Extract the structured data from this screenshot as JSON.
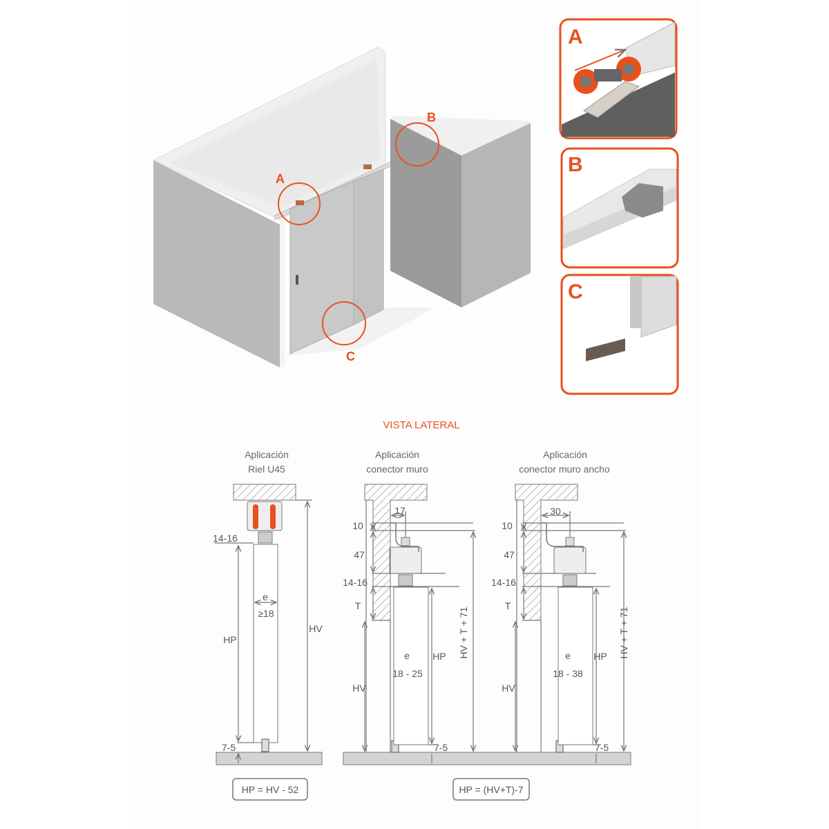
{
  "colors": {
    "accent": "#e8501e",
    "line": "#777777",
    "panel": "#b5b5b5"
  },
  "overview": {
    "callouts": [
      "A",
      "B",
      "C"
    ]
  },
  "insets": [
    {
      "label": "A"
    },
    {
      "label": "B"
    },
    {
      "label": "C"
    }
  ],
  "section_title": "VISTA LATERAL",
  "diagrams": [
    {
      "title_1": "Aplicación",
      "title_2": "Riel U45",
      "dims": {
        "gap": "14-16",
        "e": "e",
        "thickness": "≥18",
        "hp": "HP",
        "hv": "HV",
        "bottom": "7-5"
      }
    },
    {
      "title_1": "Aplicación",
      "title_2": "conector muro",
      "dims": {
        "offset": "17",
        "top": "10",
        "mid": "47",
        "gap": "14-16",
        "t": "T",
        "hv": "HV",
        "e": "e",
        "thickness": "18 - 25",
        "hp": "HP",
        "total": "HV + T + 71",
        "bottom": "7-5"
      }
    },
    {
      "title_1": "Aplicación",
      "title_2": "conector muro ancho",
      "dims": {
        "offset": "30",
        "top": "10",
        "mid": "47",
        "gap": "14-16",
        "t": "T",
        "hv": "HV",
        "e": "e",
        "thickness": "18 - 38",
        "hp": "HP",
        "total": "HV + T + 71",
        "bottom": "7-5"
      }
    }
  ],
  "formulas": [
    "HP = HV - 52",
    "HP = (HV+T)-7"
  ]
}
